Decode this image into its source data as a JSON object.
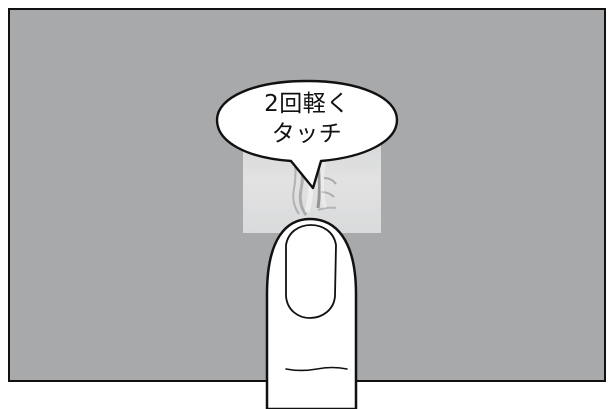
{
  "instruction": {
    "line1": "2回軽く",
    "line2": "タッチ"
  },
  "colors": {
    "screen_fill": "#a8a9ab",
    "target_fill": "#dcdddd",
    "outline": "#111111",
    "bubble_fill": "#ffffff"
  },
  "icons": {
    "finger": "pointing-finger",
    "target": "touch-target"
  }
}
